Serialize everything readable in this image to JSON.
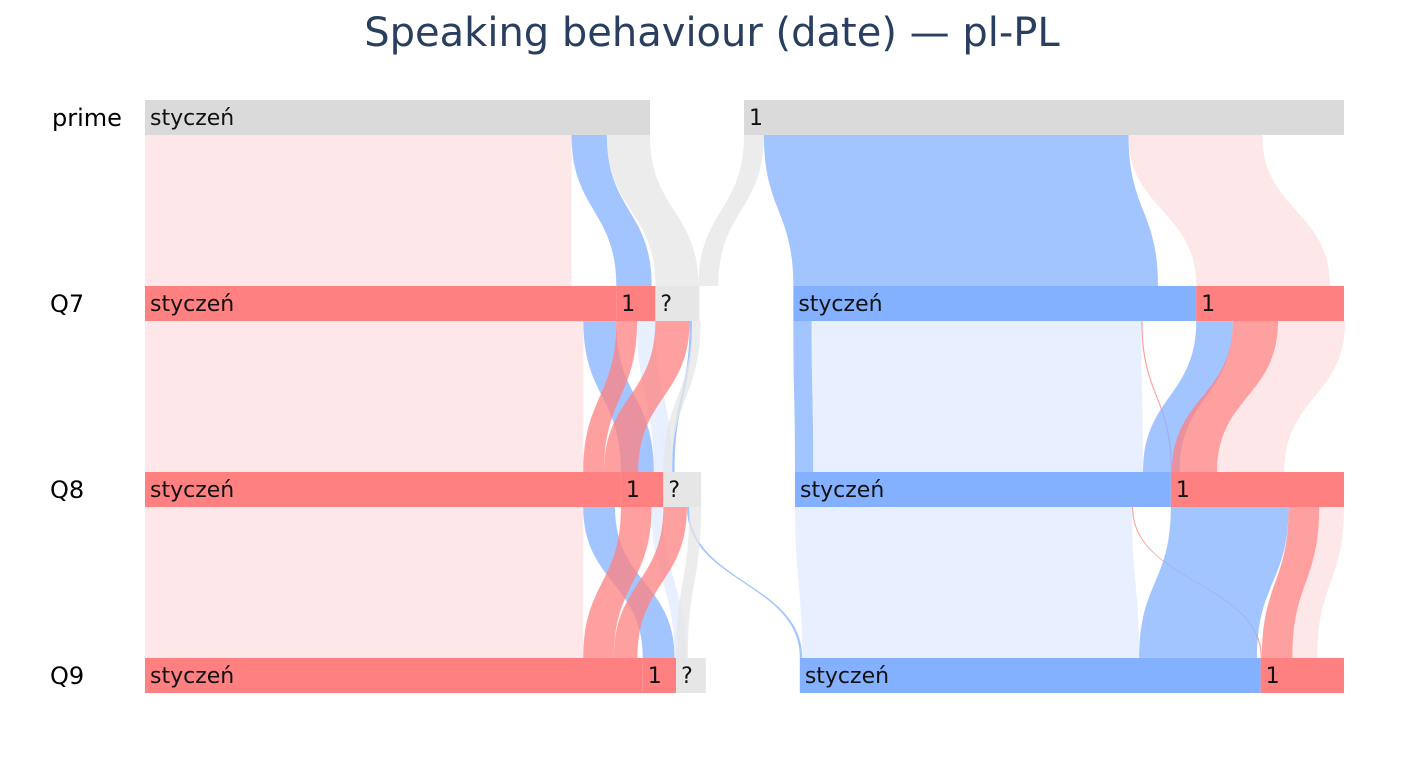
{
  "chart_data": {
    "type": "parallel_categories",
    "title": "Speaking behaviour (date) — pl-PL",
    "dimensions": [
      {
        "label": "prime",
        "categories": [
          "styczeń",
          "1"
        ]
      },
      {
        "label": "Q7",
        "categories": [
          "styczeń",
          "1",
          "?",
          "styczeń",
          "1"
        ]
      },
      {
        "label": "Q8",
        "categories": [
          "styczeń",
          "1",
          "?",
          "styczeń",
          "1"
        ]
      },
      {
        "label": "Q9",
        "categories": [
          "styczeń",
          "1",
          "?",
          "styczeń",
          "1"
        ]
      }
    ],
    "category_counts": [
      [
        0.457,
        0.543
      ],
      [
        0.386,
        0.032,
        0.036,
        0.33,
        0.121
      ],
      [
        0.404,
        0.036,
        0.032,
        0.319,
        0.147
      ],
      [
        0.418,
        0.028,
        0.025,
        0.387,
        0.07
      ]
    ],
    "flows": [
      {
        "from": [
          0,
          0
        ],
        "to": [
          1,
          0
        ],
        "value": 0.386,
        "color": "#fddfe0"
      },
      {
        "from": [
          0,
          0
        ],
        "to": [
          1,
          1
        ],
        "value": 0.032,
        "color": "#84b1ff"
      },
      {
        "from": [
          0,
          0
        ],
        "to": [
          1,
          2
        ],
        "value": 0.039,
        "color": "#e6e6e6"
      },
      {
        "from": [
          0,
          1
        ],
        "to": [
          1,
          2
        ],
        "value": 0.018,
        "color": "#e6e6e6"
      },
      {
        "from": [
          0,
          1
        ],
        "to": [
          1,
          3
        ],
        "value": 0.33,
        "color": "#84b1ff"
      },
      {
        "from": [
          0,
          1
        ],
        "to": [
          1,
          4
        ],
        "value": 0.121,
        "color": "#fddfe0"
      },
      {
        "from": [
          1,
          0
        ],
        "to": [
          2,
          0
        ],
        "value": 0.359,
        "color": "#fddfe0"
      },
      {
        "from": [
          1,
          0
        ],
        "to": [
          2,
          1
        ],
        "value": 0.027,
        "color": "#84b1ff"
      },
      {
        "from": [
          1,
          1
        ],
        "to": [
          2,
          0
        ],
        "value": 0.017,
        "color": "#ff8080"
      },
      {
        "from": [
          1,
          1
        ],
        "to": [
          2,
          1
        ],
        "value": 0.015,
        "color": "#e0ebff"
      },
      {
        "from": [
          1,
          2
        ],
        "to": [
          2,
          0
        ],
        "value": 0.028,
        "color": "#ff8080"
      },
      {
        "from": [
          1,
          2
        ],
        "to": [
          2,
          1
        ],
        "value": 0.002,
        "color": "#84b1ff"
      },
      {
        "from": [
          1,
          2
        ],
        "to": [
          2,
          2
        ],
        "value": 0.007,
        "color": "#e6e6e6"
      },
      {
        "from": [
          1,
          3
        ],
        "to": [
          2,
          3
        ],
        "value": 0.015,
        "color": "#84b1ff"
      },
      {
        "from": [
          1,
          3
        ],
        "to": [
          2,
          3
        ],
        "value": 0.27,
        "color": "#e0ebff"
      },
      {
        "from": [
          1,
          3
        ],
        "to": [
          2,
          4
        ],
        "value": 0.001,
        "color": "#ff8080"
      },
      {
        "from": [
          1,
          4
        ],
        "to": [
          2,
          3
        ],
        "value": 0.03,
        "color": "#84b1ff"
      },
      {
        "from": [
          1,
          4
        ],
        "to": [
          2,
          4
        ],
        "value": 0.037,
        "color": "#ff8080"
      },
      {
        "from": [
          1,
          4
        ],
        "to": [
          2,
          4
        ],
        "value": 0.055,
        "color": "#fddfe0"
      },
      {
        "from": [
          2,
          0
        ],
        "to": [
          3,
          0
        ],
        "value": 0.372,
        "color": "#fddfe0"
      },
      {
        "from": [
          2,
          0
        ],
        "to": [
          3,
          1
        ],
        "value": 0.027,
        "color": "#84b1ff"
      },
      {
        "from": [
          2,
          1
        ],
        "to": [
          3,
          0
        ],
        "value": 0.026,
        "color": "#ff8080"
      },
      {
        "from": [
          2,
          1
        ],
        "to": [
          3,
          1
        ],
        "value": 0.01,
        "color": "#e0ebff"
      },
      {
        "from": [
          2,
          2
        ],
        "to": [
          3,
          0
        ],
        "value": 0.02,
        "color": "#ff8080"
      },
      {
        "from": [
          2,
          2
        ],
        "to": [
          3,
          3
        ],
        "value": 0.002,
        "color": "#84b1ff"
      },
      {
        "from": [
          2,
          2
        ],
        "to": [
          3,
          2
        ],
        "value": 0.01,
        "color": "#e6e6e6"
      },
      {
        "from": [
          2,
          3
        ],
        "to": [
          3,
          3
        ],
        "value": 0.286,
        "color": "#e0ebff"
      },
      {
        "from": [
          2,
          3
        ],
        "to": [
          3,
          4
        ],
        "value": 0.001,
        "color": "#ff8080"
      },
      {
        "from": [
          2,
          4
        ],
        "to": [
          3,
          3
        ],
        "value": 0.1,
        "color": "#84b1ff"
      },
      {
        "from": [
          2,
          4
        ],
        "to": [
          3,
          4
        ],
        "value": 0.026,
        "color": "#ff8080"
      },
      {
        "from": [
          2,
          4
        ],
        "to": [
          3,
          4
        ],
        "value": 0.021,
        "color": "#fddfe0"
      }
    ],
    "colors": {
      "category_bar": "#ff8080",
      "alt_bar": "#84b1ff",
      "unknown_bar": "#e6e6e6",
      "prime_bar": "#dadada"
    }
  }
}
